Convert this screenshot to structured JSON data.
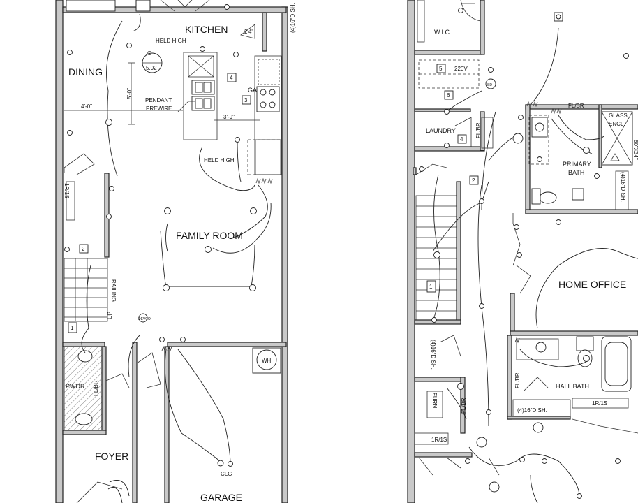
{
  "rooms": {
    "kitchen": "KITCHEN",
    "dining": "DINING",
    "family_room": "FAMILY ROOM",
    "foyer": "FOYER",
    "garage": "GARAGE",
    "pwdr": "PWDR",
    "wic": "W.I.C.",
    "laundry": "LAUNDRY",
    "primary_bath_l1": "PRIMARY",
    "primary_bath_l2": "BATH",
    "home_office": "HOME OFFICE",
    "hall_bath": "HALL BATH"
  },
  "annotations": {
    "held_high_top": "HELD HIGH",
    "held_high_bottom": "HELD HIGH",
    "pendant_l1": "PENDANT",
    "pendant_l2": "PREWIRE",
    "dim_5_0": "5'-0\"",
    "dim_4_0": "4'-0\"",
    "dim_3_9": "3'-9\"",
    "dim_2_4": "2'4\"",
    "ga": "GA",
    "shelves_kitchen": "(4)16\"D SH.",
    "shelves_w1": "(4)16\"D SH.",
    "shelves_hall": "(4)16\"D SH.",
    "shelves_primary": "(4)16\"D SH.",
    "r1s_top": "1R/1S",
    "r1s_right": "1R/1S",
    "r1s_left": "1R/1S",
    "railing": "RAILING",
    "up": "UP",
    "flbr_pwdr": "FL/BR",
    "flbr_laundry": "FL/BR",
    "flbr_primary": "FL/BR",
    "flbr_hall": "FL/BR",
    "flbr_furn": "FL/BR",
    "furn": "FURN.",
    "wh": "WH",
    "clg": "CLG",
    "v220": "220V",
    "glass_l1": "GLASS",
    "glass_l2": "ENCL.",
    "glass_dim": "60\"X34\"",
    "c_tag_letter": "C",
    "c_tag_num": "5.02",
    "sd": "SD",
    "devco": "DEVCO"
  },
  "tags": [
    "4",
    "3",
    "2",
    "1",
    "5",
    "6",
    "4",
    "2",
    "1"
  ]
}
